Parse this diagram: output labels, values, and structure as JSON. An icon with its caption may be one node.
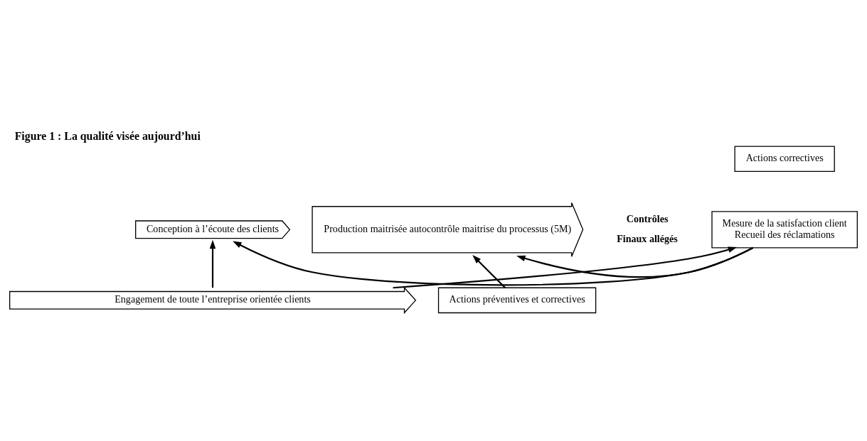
{
  "diagram": {
    "title": "Figure 1 : La qualité visée aujourd’hui",
    "nodes": [
      {
        "text": [
          "Conception à l’écoute des clients"
        ]
      },
      {
        "text": [
          "Production maitrisée autocontrôle maitrise du processus (5M)"
        ]
      },
      {
        "text": [
          "Mesure de la satisfaction client",
          "Recueil des réclamations"
        ]
      },
      {
        "text": [
          "Actions correctives"
        ]
      },
      {
        "text": [
          "Actions préventives et correctives"
        ]
      },
      {
        "text": [
          "Engagement de toute l’entreprise orientée clients"
        ]
      }
    ],
    "edges": [
      {
        "from": 2,
        "to": 0,
        "arrow": "to"
      },
      {
        "from": 2,
        "to": 1,
        "arrow": "to"
      },
      {
        "from": 4,
        "to": 1,
        "arrow": "to"
      },
      {
        "from": 5,
        "to": 0,
        "arrow": "to"
      },
      {
        "from": 5,
        "to": 2,
        "arrow": "to"
      }
    ],
    "labels": [
      "Contrôles",
      "Finaux allégés"
    ]
  }
}
